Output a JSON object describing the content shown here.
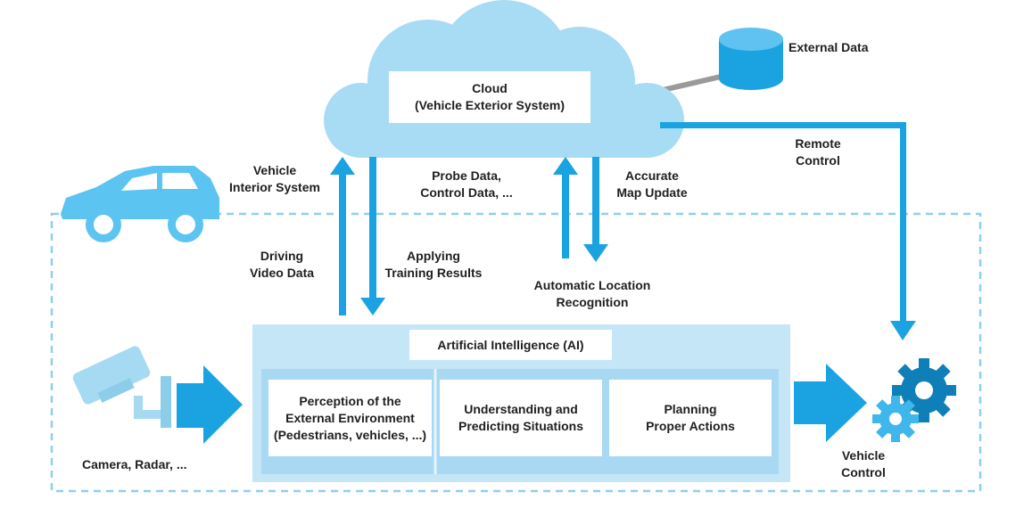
{
  "colors": {
    "cloud": "#a8dcf5",
    "accent": "#1aa3e0",
    "ai_panel": "#c5e6f7",
    "ai_inner": "#a9d8f2",
    "car": "#5bc4f1",
    "gears_dark": "#0e7fb9",
    "gears_light": "#3fb6ec",
    "database": "#1aa3e0",
    "connector": "#9a9a9a",
    "dashed_border": "#8fcfee"
  },
  "icons": [
    "cloud-icon",
    "database-icon",
    "car-icon",
    "camera-icon",
    "gears-icon"
  ],
  "cloud": {
    "line1": "Cloud",
    "line2": "(Vehicle Exterior System)"
  },
  "external_data": "External Data",
  "remote_control": {
    "line1": "Remote",
    "line2": "Control"
  },
  "vehicle_interior": {
    "line1": "Vehicle",
    "line2": "Interior System"
  },
  "probe_data": {
    "line1": "Probe Data,",
    "line2": "Control Data, ..."
  },
  "map_update": {
    "line1": "Accurate",
    "line2": "Map Update"
  },
  "driving_video": {
    "line1": "Driving",
    "line2": "Video Data"
  },
  "training_results": {
    "line1": "Applying",
    "line2": "Training Results"
  },
  "location_recognition": {
    "line1": "Automatic Location",
    "line2": "Recognition"
  },
  "ai": {
    "title": "Artificial Intelligence (AI)",
    "perception": {
      "line1": "Perception of the",
      "line2": "External Environment",
      "line3": "(Pedestrians, vehicles, ...)"
    },
    "understanding": {
      "line1": "Understanding and",
      "line2": "Predicting Situations"
    },
    "planning": {
      "line1": "Planning",
      "line2": "Proper Actions"
    }
  },
  "camera_radar": "Camera, Radar, ...",
  "vehicle_control": {
    "line1": "Vehicle",
    "line2": "Control"
  }
}
